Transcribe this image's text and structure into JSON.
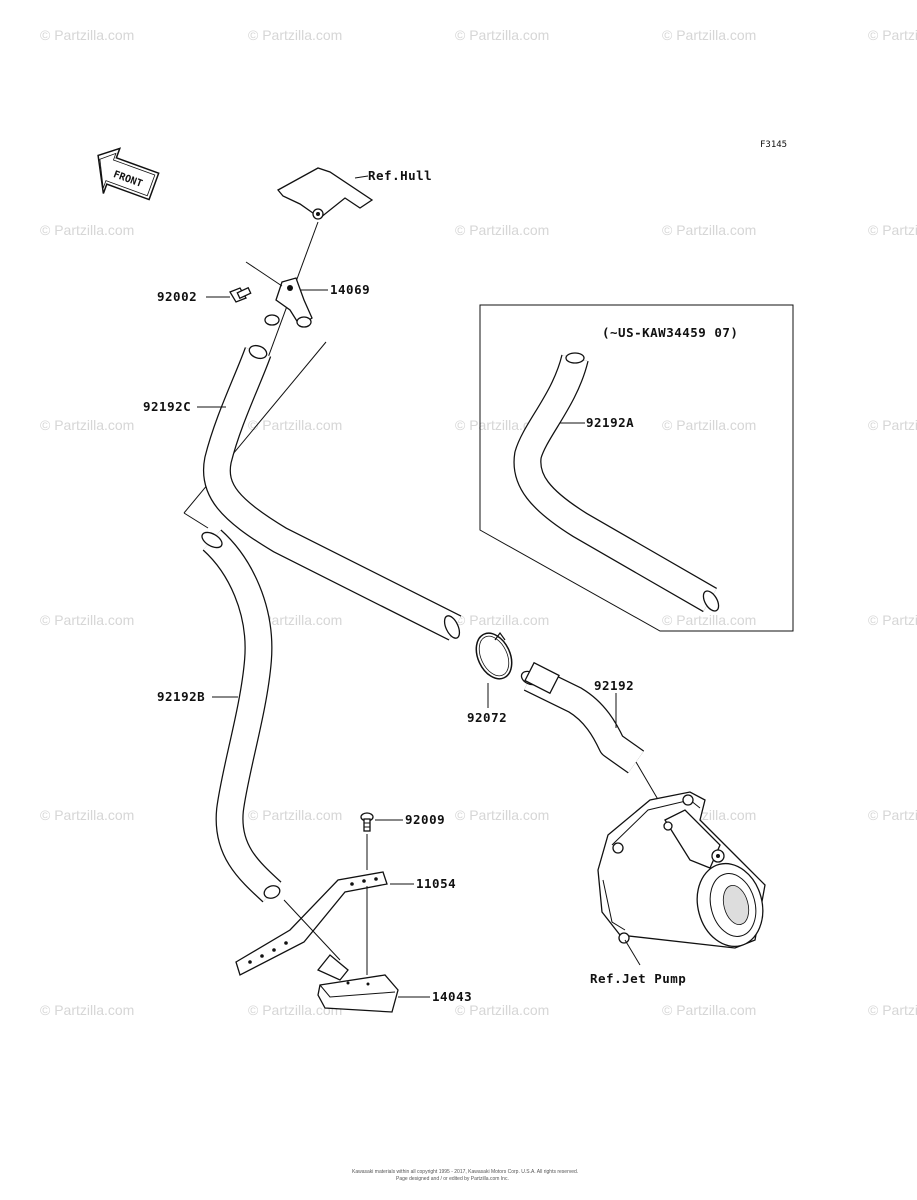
{
  "figure_code": "F3145",
  "front_label": "FRONT",
  "watermark": "© Partzilla.com",
  "variant_note": "(~US-KAW34459  07)",
  "parts": {
    "ref_hull": "Ref.Hull",
    "p14069": "14069",
    "p92002": "92002",
    "p92192c": "92192C",
    "p92192a": "92192A",
    "p92192b": "92192B",
    "p92072": "92072",
    "p92192": "92192",
    "p92009": "92009",
    "p11054": "11054",
    "p14043": "14043",
    "ref_jet_pump": "Ref.Jet Pump"
  },
  "copyright": "Kawasaki materials within all copyright 1995 - 2017, Kawasaki Motors Corp. U.S.A. All rights reserved.",
  "copyright2": "Page designed and / or edited by Partzilla.com Inc."
}
